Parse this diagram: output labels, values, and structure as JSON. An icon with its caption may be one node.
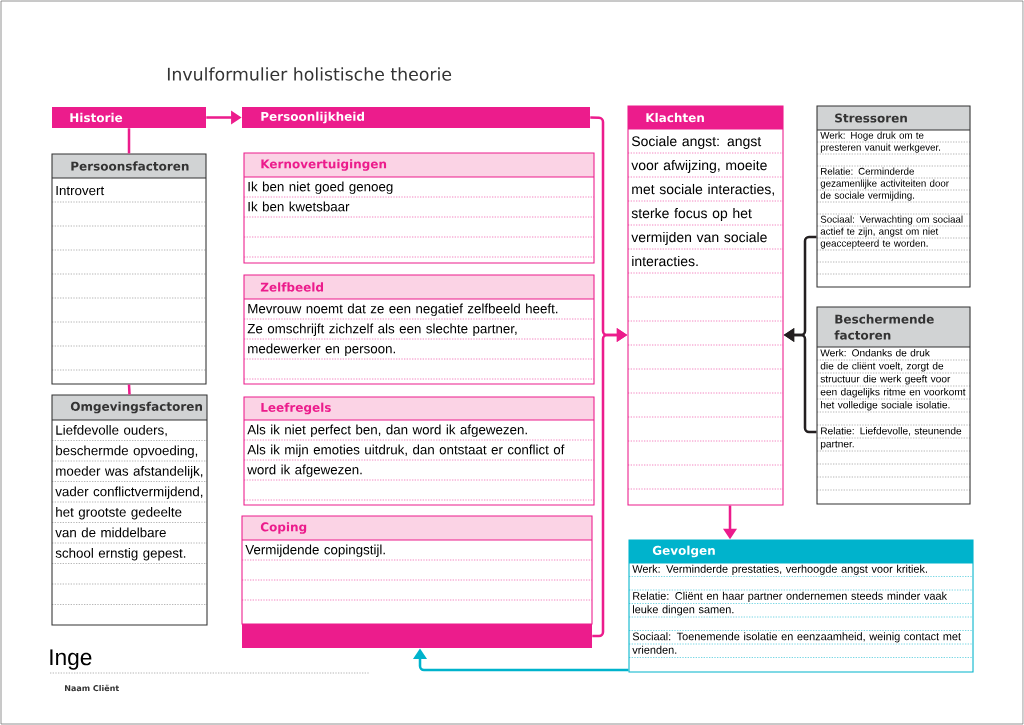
{
  "diagram": {
    "title": "Invulformulier holistische theorie",
    "nodes": [
      {
        "text": [
          "Historie"
        ]
      },
      {
        "text": [
          "Persoonlijkheid"
        ]
      },
      {
        "text": [
          "Persoonsfactoren",
          "Introvert"
        ]
      },
      {
        "text": [
          "Omgevingsfactoren",
          "Liefdevolle ouders, beschermde opvoeding, moeder was afstandelijk, vader conflictvermijdend, het grootste gedeelte van de middelbare school ernstig gepest."
        ]
      },
      {
        "text": [
          "Kernovertuigingen",
          "Ik ben niet goed genoeg",
          "Ik ben kwetsbaar"
        ]
      },
      {
        "text": [
          "Zelfbeeld",
          "Mevrouw noemt dat ze een negatief zelfbeeld heeft.",
          "Ze omschrijft zichzelf als een slechte partner, medewerker en persoon."
        ]
      },
      {
        "text": [
          "Leefregels",
          "Als ik niet perfect ben, dan word ik afgewezen.",
          "Als ik mijn emoties uitdruk, dan ontstaat er conflict of word ik afgewezen."
        ]
      },
      {
        "text": [
          "Coping",
          "Vermijdende copingstijl."
        ]
      },
      {
        "text": [],
        "shape": "bar"
      },
      {
        "text": [
          "Klachten",
          "Sociale angst: angst voor afwijzing, moeite met sociale interacties, sterke focus op het vermijden van sociale interacties."
        ]
      },
      {
        "text": [
          "Stressoren",
          "Werk: Hoge druk om te presteren vanuit werkgever.",
          "Relatie: Cerminderde gezamenlijke activiteiten door de sociale vermijding.",
          "Sociaal: Verwachting om sociaal actief te zijn, angst om niet geaccepteerd te worden."
        ]
      },
      {
        "text": [
          "Beschermende factoren",
          "Werk: Ondanks de druk die de cliënt voelt, zorgt de structuur die werk geeft voor een dagelijks ritme en voorkomt het volledige sociale isolatie.",
          "Relatie: Liefdevolle, steunende partner."
        ]
      },
      {
        "text": [
          "Gevolgen",
          "Werk: Verminderde prestaties, verhoogde angst voor kritiek.",
          "Relatie: Cliënt en haar partner ondernemen steeds minder vaak leuke dingen samen.",
          "Sociaal: Toenemende isolatie en eenzaamheid, weinig contact met vrienden."
        ]
      }
    ],
    "edges": [
      {
        "from": 0,
        "to": 1,
        "arrow": "to"
      },
      {
        "from": 0,
        "to": 2,
        "arrow": "none"
      },
      {
        "from": 2,
        "to": 3,
        "arrow": "none"
      },
      {
        "from": 1,
        "to": 9,
        "arrow": "to"
      },
      {
        "from": 8,
        "to": 9,
        "arrow": "to"
      },
      {
        "from": 10,
        "to": 9,
        "arrow": "to",
        "color": "#231f20"
      },
      {
        "from": 11,
        "to": 9,
        "arrow": "to",
        "color": "#231f20"
      },
      {
        "from": 9,
        "to": 12,
        "arrow": "to"
      },
      {
        "from": 12,
        "to": 8,
        "arrow": "to",
        "color": "#00b3cc"
      }
    ],
    "labels": [
      "Inge",
      "Naam Cliënt"
    ]
  }
}
